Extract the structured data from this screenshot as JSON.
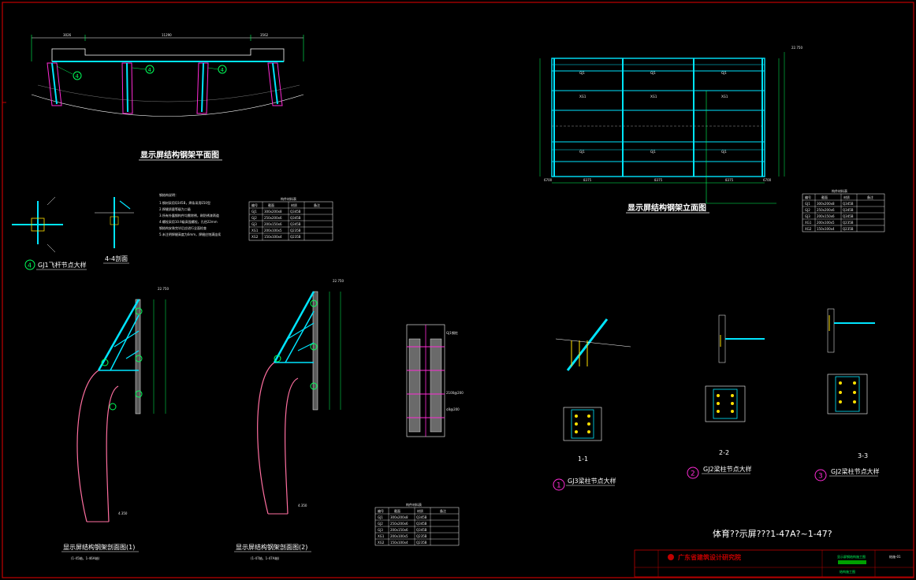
{
  "colors": {
    "background": "#000000",
    "frame": "#c00000",
    "steel": "#00e5ff",
    "member_outline": "#ff2bd6",
    "curve": "#ff6fa0",
    "green": "#00ff5a",
    "yellow": "#ffe000",
    "white": "#ffffff"
  },
  "views": {
    "plan": {
      "title": "显示屏结构钢架平面图",
      "top_dims": [
        "3026",
        "11290",
        "3562"
      ],
      "callout": "4"
    },
    "elevation": {
      "title": "显示屏结构钢架立面图",
      "top_left_elev": "22.750",
      "bottom_dims": [
        "6700",
        "8375",
        "8375",
        "8375",
        "6700"
      ],
      "member_tags": [
        "GJ1",
        "GJ1",
        "GJ1",
        "GJ1",
        "GJ1",
        "GJ1"
      ],
      "beam_tags": [
        "XG1",
        "XG1",
        "XG1"
      ]
    },
    "detail4": {
      "num": "4",
      "title": "GJ1飞杆节点大样"
    },
    "section44": {
      "title": "4-4剖面"
    },
    "section1": {
      "title": "显示屏结构钢架剖面图(1)",
      "subtitle": "(1-45轴，1-46A轴)",
      "elev_top": "22.750",
      "elev_low": "4.350"
    },
    "section2": {
      "title": "显示屏结构钢架剖面图(2)",
      "subtitle": "(1-47轴，1-47A轴)",
      "elev_top": "22.750",
      "elev_low": "4.350"
    },
    "wall_detail": {
      "labels": [
        "GJ1钢柱",
        "2100@200",
        "¢8@200"
      ]
    },
    "node1": {
      "num": "1",
      "title": "GJ3梁柱节点大样",
      "cut": "1-1"
    },
    "node2": {
      "num": "2",
      "title": "GJ2梁柱节点大样",
      "cut": "2-2"
    },
    "node3": {
      "num": "3",
      "title": "GJ2梁柱节点大样",
      "cut": "3-3"
    }
  },
  "member_table": {
    "title": "构件材料表",
    "headers": [
      "编号",
      "截面",
      "材质",
      "备注"
    ],
    "rows": [
      [
        "GJ1",
        "300x200x8",
        "Q345B",
        ""
      ],
      [
        "GJ2",
        "250x200x6",
        "Q345B",
        ""
      ],
      [
        "GJ3",
        "200x150x6",
        "Q345B",
        ""
      ],
      [
        "XG1",
        "200x100x5",
        "Q235B",
        ""
      ],
      [
        "XG2",
        "150x100x4",
        "Q235B",
        ""
      ]
    ]
  },
  "notes": {
    "title": "钢结构说明：",
    "lines": [
      "1.钢材采用Q345B，焊条采用E50型",
      "2.焊缝质量等级为二级",
      "3.所有外露钢构件均需除锈，刷防锈漆两道",
      "4.螺栓采用10.9级高强螺栓，孔径22mm",
      "  钢结构安装完毕后应进行全面检查",
      "5.未注明焊缝高度为6mm，焊缝应饱满连续"
    ]
  },
  "bottom_annotation": "体育??示屏???1-47A?~1-47?",
  "title_block": {
    "company": "广东省建筑设计研究院",
    "project": "显示屏钢结构施工图",
    "drawing": "结构施工图",
    "code": "结施-01"
  }
}
